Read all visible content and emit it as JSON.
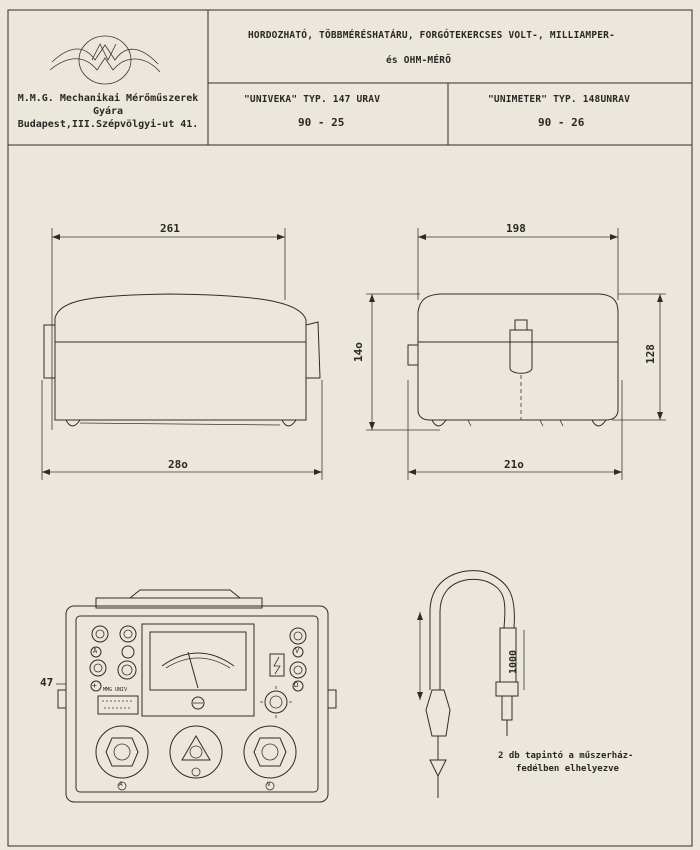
{
  "header": {
    "company_line1": "M.M.G. Mechanikai Mérőműszerek",
    "company_line2": "Gyára",
    "company_line3": "Budapest,III.Szépvölgyi-ut 41.",
    "title_line1": "HORDOZHATÓ, TÖBBMÉRÉSHATÁRU, FORGÓTEKERCSES VOLT-, MILLIAMPER-",
    "title_line2": "és OHM-MÉRŐ",
    "model_a": "\"UNIVEKA\" TYP. 147 URAV",
    "model_a_code": "90 - 25",
    "model_b": "\"UNIMETER\" TYP. 148UNRAV",
    "model_b_code": "90 - 26"
  },
  "dimensions": {
    "front_top_width": "261",
    "front_bottom_width": "28o",
    "side_top_width": "198",
    "side_bottom_width": "21o",
    "side_left_height": "14o",
    "side_right_height": "128",
    "panel_offset": "47",
    "cable_length": "1000"
  },
  "panel_labels": {
    "minus_left": "A",
    "minus_left2": "−",
    "plus_left": "+",
    "right_v": "V",
    "right_ohm": "Ω",
    "knob_a": "A",
    "knob_b": "V",
    "plate": "MMG UNIV"
  },
  "note": {
    "line1": "2 db tapintó a műszerház-",
    "line2": "fedélben elhelyezve"
  }
}
